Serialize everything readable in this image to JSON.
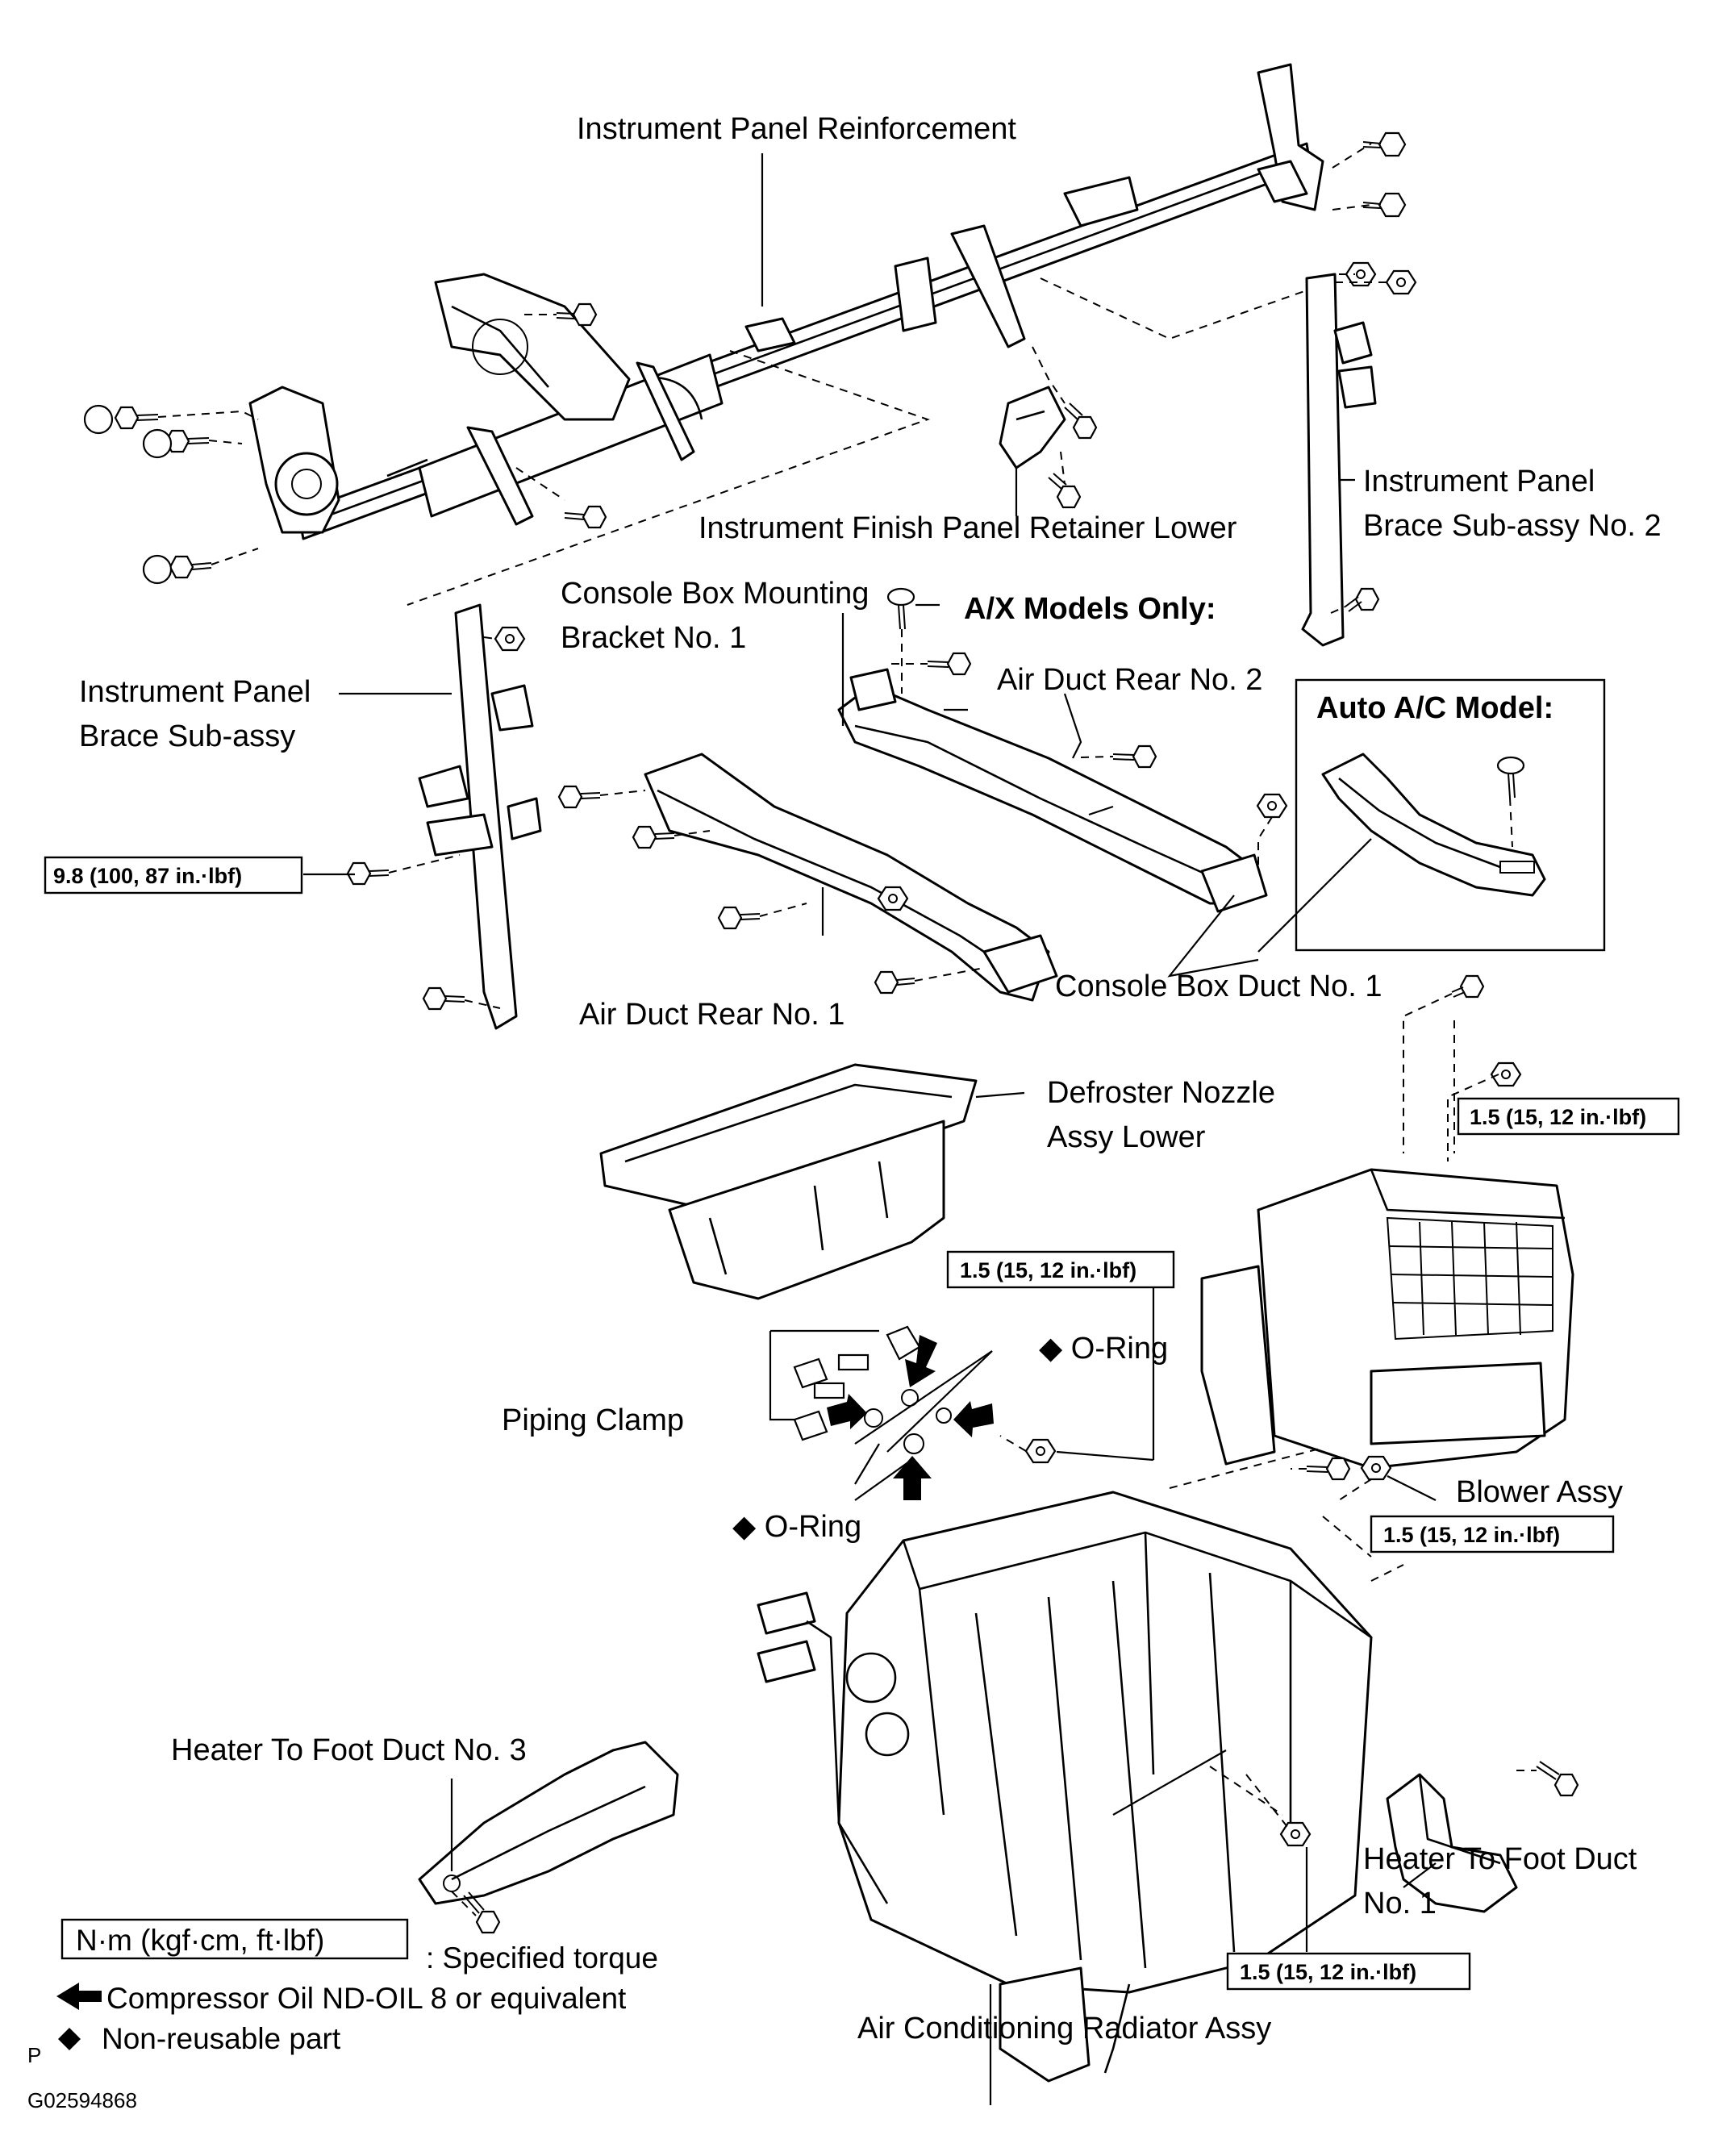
{
  "labels": {
    "ip_reinforcement": "Instrument Panel Reinforcement",
    "finish_panel_retainer": "Instrument Finish Panel Retainer Lower",
    "ip_brace_no2_line1": "Instrument Panel",
    "ip_brace_no2_line2": "Brace Sub-assy No. 2",
    "console_bracket_line1": "Console Box Mounting",
    "console_bracket_line2": "Bracket No. 1",
    "ax_models": "A/X Models Only:",
    "ip_brace_line1": "Instrument Panel",
    "ip_brace_line2": "Brace Sub-assy",
    "air_duct_rear_2": "Air Duct Rear No. 2",
    "auto_ac_model": "Auto A/C Model:",
    "air_duct_rear_1": "Air Duct Rear No. 1",
    "console_box_duct": "Console Box Duct No. 1",
    "defroster_line1": "Defroster Nozzle",
    "defroster_line2": "Assy Lower",
    "o_ring_upper": "O-Ring",
    "o_ring_lower": "O-Ring",
    "piping_clamp": "Piping Clamp",
    "blower_assy": "Blower Assy",
    "heater_foot_3": "Heater To Foot Duct No. 3",
    "heater_foot_1_line1": "Heater To Foot Duct",
    "heater_foot_1_line2": "No. 1",
    "ac_radiator": "Air Conditioning Radiator Assy"
  },
  "torques": {
    "brace": "9.8 (100, 87 in.·lbf)",
    "blower_top": "1.5 (15, 12 in.·lbf)",
    "piping": "1.5 (15, 12 in.·lbf)",
    "blower_bottom": "1.5 (15, 12 in.·lbf)",
    "radiator": "1.5 (15, 12 in.·lbf)"
  },
  "legend": {
    "unit_box": "N·m (kgf·cm, ft·lbf)",
    "specified_torque": ": Specified torque",
    "compressor_oil": "Compressor Oil ND-OIL 8 or equivalent",
    "non_reusable": "Non-reusable part"
  },
  "footer": {
    "letter": "P",
    "code": "G02594868"
  }
}
